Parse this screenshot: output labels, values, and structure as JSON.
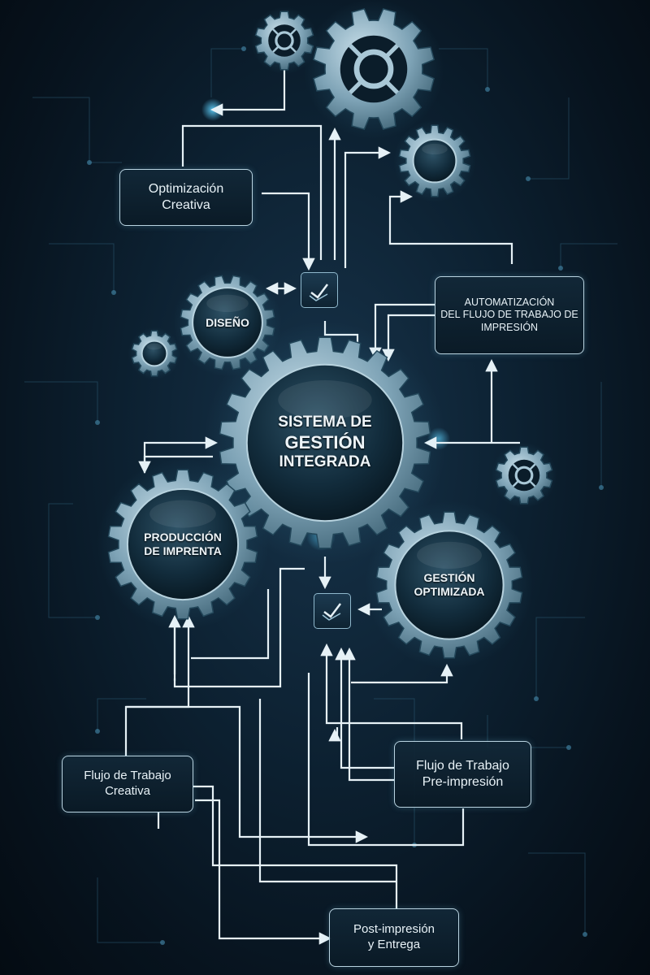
{
  "nodes": {
    "optimizacion_creativa": [
      "Optimización",
      "Creativa"
    ],
    "automatizacion": [
      "AUTOMATIZACIÓN",
      "DEL FLUJO DE TRABAJO DE",
      "IMPRESIÓN"
    ],
    "flujo_creativa": [
      "Flujo de Trabajo",
      "Creativa"
    ],
    "flujo_preimpresion": [
      "Flujo de Trabajo",
      "Pre-impresión"
    ],
    "post_impresion": [
      "Post-impresión",
      "y Entrega"
    ]
  },
  "gears": {
    "sistema": [
      "SISTEMA DE",
      "GESTIÓN",
      "INTEGRADA"
    ],
    "diseno": [
      "DISEÑO"
    ],
    "produccion": [
      "PRODUCCIÓN",
      "DE IMPRENTA"
    ],
    "gestion_optimizada": [
      "GESTIÓN",
      "OPTIMIZADA"
    ]
  },
  "colors": {
    "background": "#0d2233",
    "gear_metal": "#8fb3c6",
    "line": "#e6f1f6",
    "accent_glow": "#5fd3ff"
  }
}
